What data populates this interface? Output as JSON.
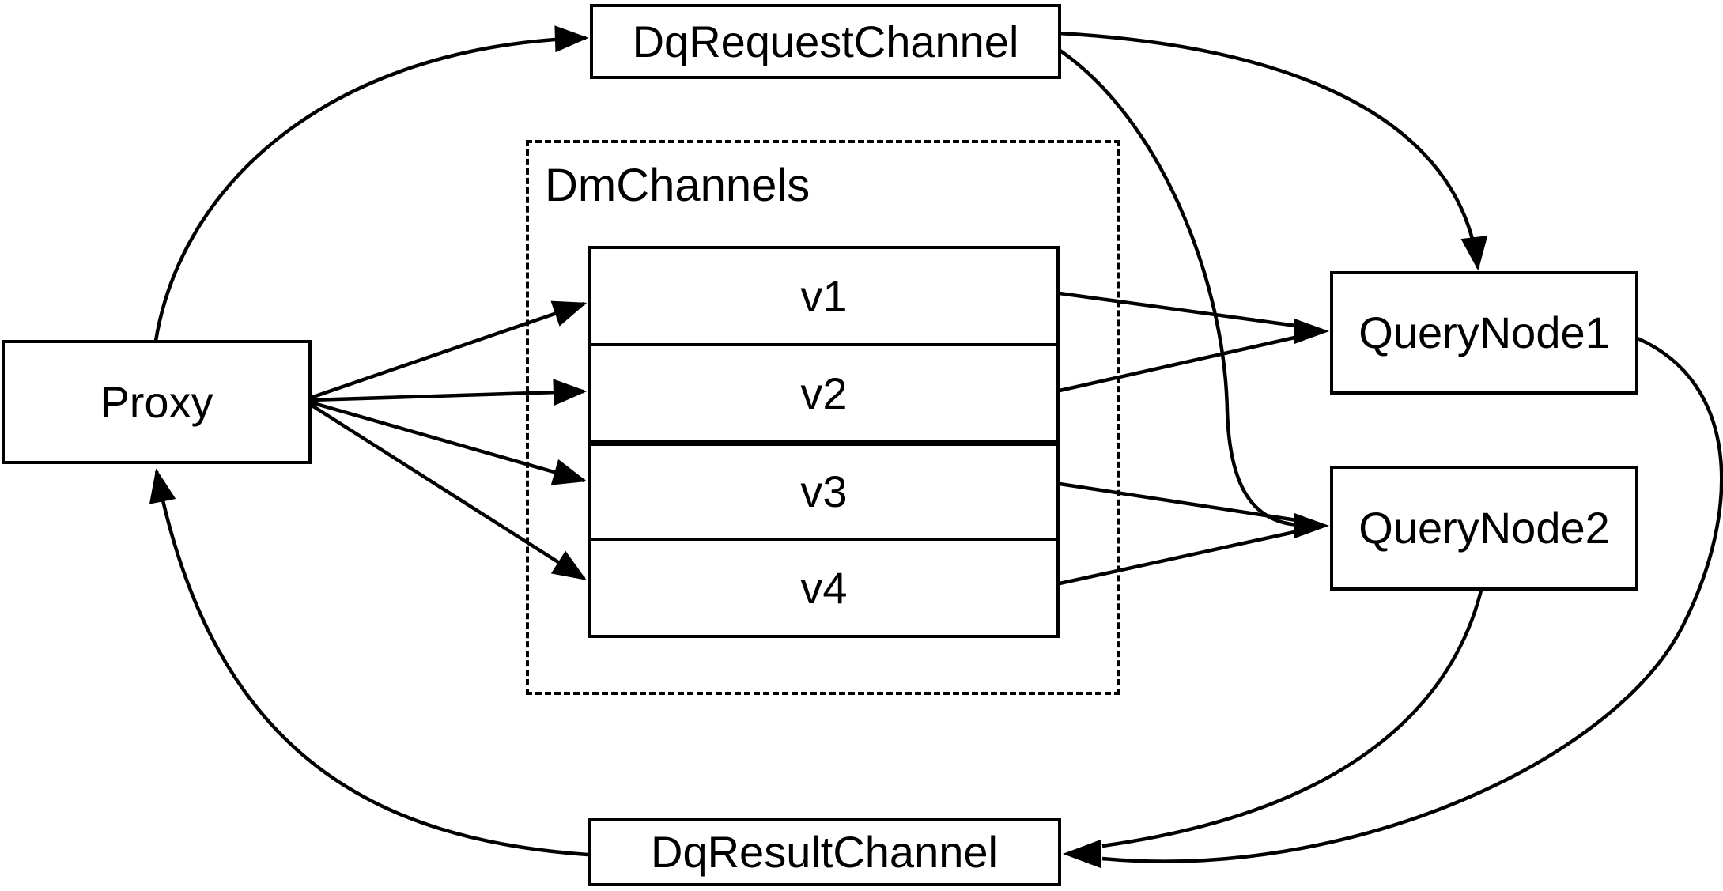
{
  "diagram": {
    "background": "#ffffff",
    "line_color": "#000000",
    "nodes": {
      "proxy": "Proxy",
      "dq_request_channel": "DqRequestChannel",
      "dm_channels_group": "DmChannels",
      "channels": [
        "v1",
        "v2",
        "v3",
        "v4"
      ],
      "query_node_1": "QueryNode1",
      "query_node_2": "QueryNode2",
      "dq_result_channel": "DqResultChannel"
    },
    "edges": [
      {
        "from": "Proxy",
        "to": "DqRequestChannel"
      },
      {
        "from": "Proxy",
        "to": "v1"
      },
      {
        "from": "Proxy",
        "to": "v2"
      },
      {
        "from": "Proxy",
        "to": "v3"
      },
      {
        "from": "Proxy",
        "to": "v4"
      },
      {
        "from": "DqRequestChannel",
        "to": "QueryNode1"
      },
      {
        "from": "DqRequestChannel",
        "to": "QueryNode2"
      },
      {
        "from": "v1",
        "to": "QueryNode1"
      },
      {
        "from": "v2",
        "to": "QueryNode1"
      },
      {
        "from": "v3",
        "to": "QueryNode2"
      },
      {
        "from": "v4",
        "to": "QueryNode2"
      },
      {
        "from": "QueryNode1",
        "to": "DqResultChannel"
      },
      {
        "from": "QueryNode2",
        "to": "DqResultChannel"
      },
      {
        "from": "DqResultChannel",
        "to": "Proxy"
      }
    ]
  }
}
